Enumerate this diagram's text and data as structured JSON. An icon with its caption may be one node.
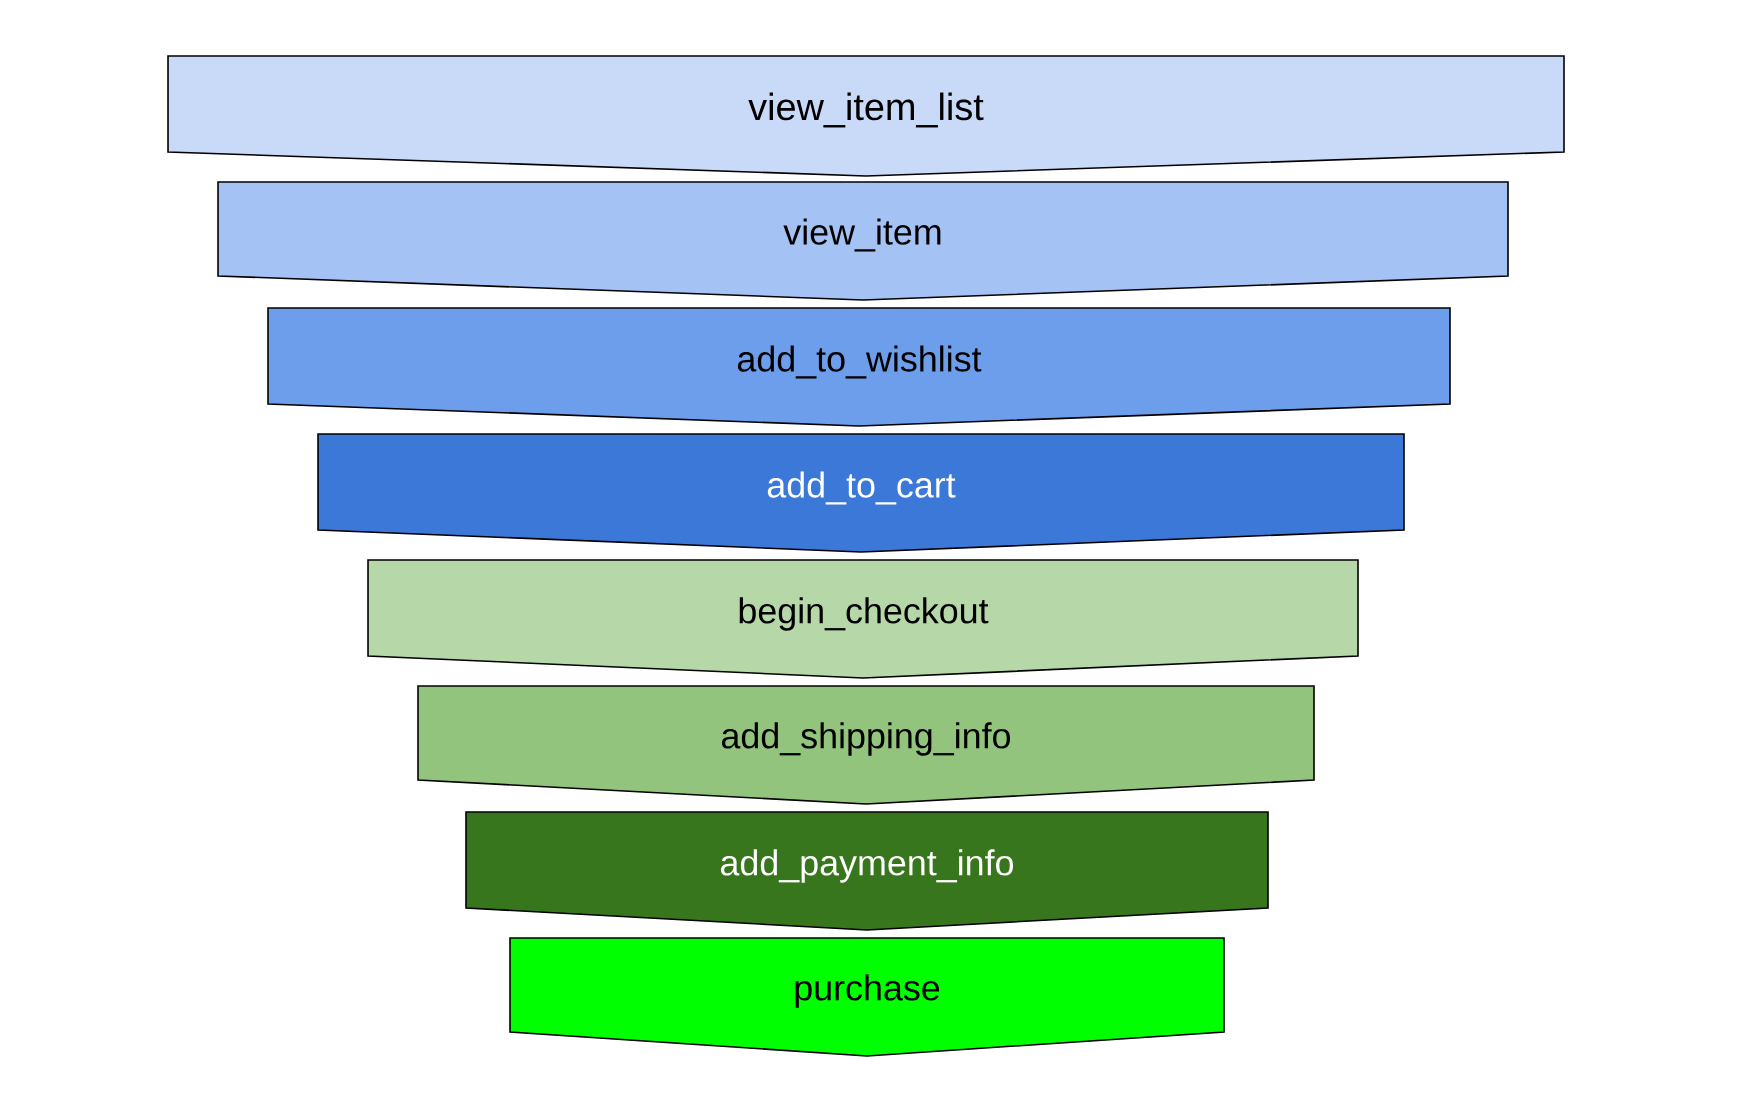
{
  "diagram": {
    "nodes": [
      {
        "text": [
          "view_item_list"
        ]
      },
      {
        "text": [
          "view_item"
        ]
      },
      {
        "text": [
          "add_to_wishlist"
        ]
      },
      {
        "text": [
          "add_to_cart"
        ]
      },
      {
        "text": [
          "begin_checkout"
        ]
      },
      {
        "text": [
          "add_shipping_info"
        ]
      },
      {
        "text": [
          "add_payment_info"
        ]
      },
      {
        "text": [
          "purchase"
        ]
      }
    ]
  }
}
